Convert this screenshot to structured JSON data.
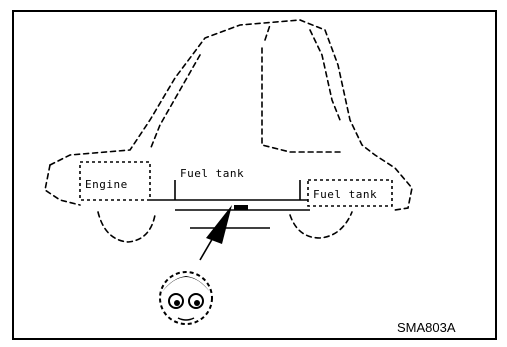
{
  "labels": {
    "engine": "Engine",
    "fuel_tank_mid": "Fuel tank",
    "fuel_tank_right": "Fuel tank"
  },
  "figure_code": "SMA803A",
  "colors": {
    "line": "#000000",
    "background": "#ffffff"
  }
}
